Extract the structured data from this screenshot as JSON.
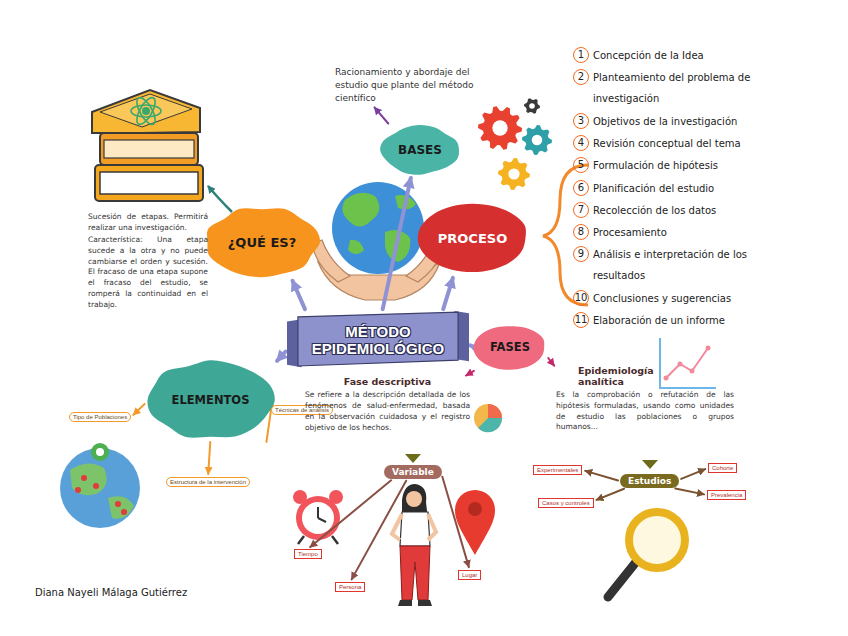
{
  "diagram": {
    "nodes": [
      {
        "text": [
          "MÉTODO EPIDEMIOLÓGICO"
        ]
      },
      {
        "text": [
          "¿QUÉ ES?"
        ]
      },
      {
        "text": [
          "BASES"
        ]
      },
      {
        "text": [
          "PROCESO"
        ]
      },
      {
        "text": [
          "ELEMENTOS"
        ]
      },
      {
        "text": [
          "FASES"
        ]
      },
      {
        "text": [
          "Racionamiento y abordaje del estudio que plante del método científico"
        ]
      },
      {
        "text": [
          "Sucesión de etapas. Permitirá realizar una investigación.",
          "Característica: Una etapa sucede a la otra y no puede cambiarse el orden y sucesión. El fracaso de una etapa supone el fracaso del estudio, se romperá la continuidad en el trabajo."
        ]
      },
      {
        "text": [
          "1",
          "Concepción de la Idea"
        ]
      },
      {
        "text": [
          "2",
          "Planteamiento del problema de investigación"
        ]
      },
      {
        "text": [
          "3",
          "Objetivos de la investigación"
        ]
      },
      {
        "text": [
          "4",
          "Revisión conceptual del tema"
        ]
      },
      {
        "text": [
          "5",
          "Formulación de hipótesis"
        ]
      },
      {
        "text": [
          "6",
          "Planificación del estudio"
        ]
      },
      {
        "text": [
          "7",
          "Recolección de los datos"
        ]
      },
      {
        "text": [
          "8",
          "Procesamiento"
        ]
      },
      {
        "text": [
          "9",
          "Análisis e interpretación de los resultados"
        ]
      },
      {
        "text": [
          "10",
          "Conclusiones y sugerencias"
        ]
      },
      {
        "text": [
          "11",
          "Elaboración de un informe"
        ]
      },
      {
        "text": [
          "Tipo de Poblaciones"
        ]
      },
      {
        "text": [
          "Técnicas de análisis"
        ]
      },
      {
        "text": [
          "Estructura de la intervención"
        ]
      },
      {
        "text": [
          "Fase descriptiva",
          "Se refiere a la descripción detallada de los fenómenos de salud-enfermedad, basada en la observación cuidadosa y el registro objetivo de los hechos."
        ]
      },
      {
        "text": [
          "Variable"
        ]
      },
      {
        "text": [
          "Tiempo"
        ]
      },
      {
        "text": [
          "Persona"
        ]
      },
      {
        "text": [
          "Lugar"
        ]
      },
      {
        "text": [
          "Epidemiología analítica",
          "Es la comprobación o refutación de las hipótesis formuladas, usando como unidades de estudio las poblaciones o grupos humanos..."
        ]
      },
      {
        "text": [
          "Estudios"
        ]
      },
      {
        "text": [
          "Experimentales"
        ]
      },
      {
        "text": [
          "Casos y controles"
        ]
      },
      {
        "text": [
          "Cohorte"
        ]
      },
      {
        "text": [
          "Prevalencia"
        ]
      }
    ],
    "edges": [
      {
        "from": 0,
        "to": 1,
        "arrow": "to"
      },
      {
        "from": 0,
        "to": 2,
        "arrow": "to"
      },
      {
        "from": 0,
        "to": 3,
        "arrow": "to"
      },
      {
        "from": 0,
        "to": 4,
        "arrow": "to"
      },
      {
        "from": 0,
        "to": 5,
        "arrow": "to"
      },
      {
        "from": 2,
        "to": 6,
        "arrow": "to"
      },
      {
        "from": 4,
        "to": 19,
        "arrow": "to"
      },
      {
        "from": 4,
        "to": 20,
        "arrow": "to"
      },
      {
        "from": 4,
        "to": 21,
        "arrow": "to"
      },
      {
        "from": 5,
        "to": 22,
        "arrow": "to"
      },
      {
        "from": 5,
        "to": 27,
        "arrow": "to"
      },
      {
        "from": 23,
        "to": 24,
        "arrow": "to"
      },
      {
        "from": 23,
        "to": 25,
        "arrow": "to"
      },
      {
        "from": 23,
        "to": 26,
        "arrow": "to"
      },
      {
        "from": 28,
        "to": 29,
        "arrow": "to"
      },
      {
        "from": 28,
        "to": 30,
        "arrow": "to"
      },
      {
        "from": 28,
        "to": 31,
        "arrow": "to"
      },
      {
        "from": 28,
        "to": 32,
        "arrow": "to"
      }
    ],
    "labels": [
      "Diana Nayeli Málaga Gutiérrez"
    ]
  }
}
